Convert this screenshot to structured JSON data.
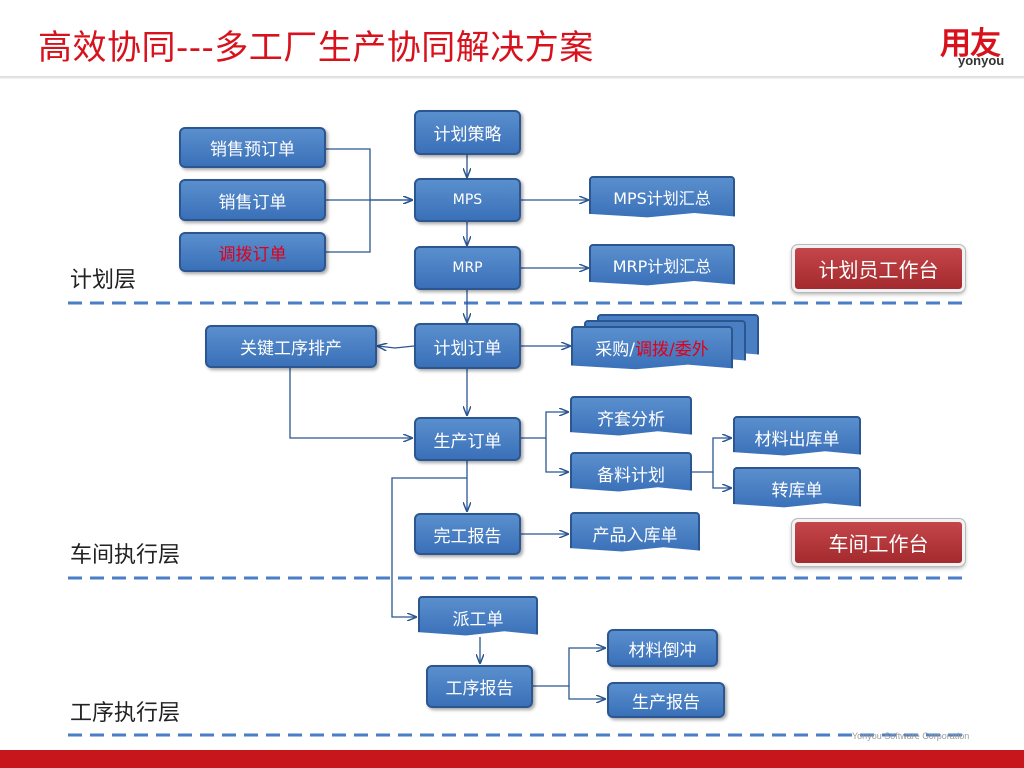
{
  "header": {
    "title": "高效协同---多工厂生产协同解决方案",
    "logo_mark": "用友",
    "logo_word": "yonyou"
  },
  "layers": {
    "plan": "计划层",
    "workshop": "车间执行层",
    "process": "工序执行层"
  },
  "nodes": {
    "presale_order": "销售预订单",
    "sales_order": "销售订单",
    "transfer_order": "调拨订单",
    "plan_strategy": "计划策略",
    "mps": "MPS",
    "mrp": "MRP",
    "mps_summary": "MPS计划汇总",
    "mrp_summary": "MRP计划汇总",
    "planner_workbench": "计划员工作台",
    "key_process_schedule": "关键工序排产",
    "plan_order": "计划订单",
    "purchase_prefix": "采购/",
    "purchase_red": "调拨/委外",
    "kit_analysis": "齐套分析",
    "production_order": "生产订单",
    "material_prep_plan": "备料计划",
    "material_issue": "材料出库单",
    "transfer_doc": "转库单",
    "completion_report": "完工报告",
    "product_receipt": "产品入库单",
    "workshop_workbench": "车间工作台",
    "dispatch_order": "派工单",
    "process_report": "工序报告",
    "material_backflush": "材料倒冲",
    "production_report": "生产报告"
  },
  "footer": {
    "company": "Yonyou Software Corporation"
  },
  "colors": {
    "brand_red": "#d7121d",
    "box_blue": "#3a70b8",
    "divider_blue": "#4a7ec6",
    "workbench_red": "#a32a2e",
    "highlight_red": "#e0001a"
  }
}
